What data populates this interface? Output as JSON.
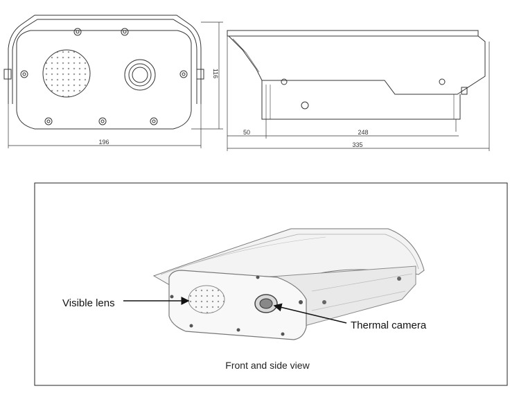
{
  "drawing": {
    "front_view": {
      "width_dim": "196",
      "height_dim": "116"
    },
    "side_view": {
      "dim_front": "50",
      "dim_body": "248",
      "dim_total": "335"
    }
  },
  "photo": {
    "labels": {
      "visible_lens": "Visible lens",
      "thermal_camera": "Thermal camera"
    },
    "caption": "Front and side view"
  }
}
